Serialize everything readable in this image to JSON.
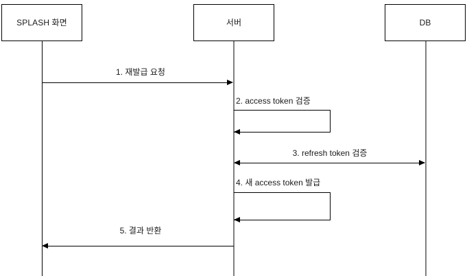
{
  "diagram": {
    "type": "sequence-diagram",
    "title": "",
    "background_color": "#ffffff",
    "line_color": "#000000",
    "lifeline_color": "#808080",
    "text_color": "#1a1a1a"
  },
  "participants": [
    {
      "id": "splash",
      "label": "SPLASH 화면"
    },
    {
      "id": "server",
      "label": "서버"
    },
    {
      "id": "db",
      "label": "DB"
    }
  ],
  "messages": [
    {
      "number": "1",
      "label": "1. 재발급 요청",
      "from": "splash",
      "to": "server",
      "kind": "arrow",
      "direction": "right"
    },
    {
      "number": "2",
      "label": "2. access token 검증",
      "from": "server",
      "to": "server",
      "kind": "self-loop",
      "direction": "left"
    },
    {
      "number": "3",
      "label": "3. refresh token 검증",
      "from": "server",
      "to": "db",
      "kind": "arrow",
      "direction": "both"
    },
    {
      "number": "4",
      "label": "4. 새 access token 발급",
      "from": "server",
      "to": "server",
      "kind": "self-loop",
      "direction": "left"
    },
    {
      "number": "5",
      "label": "5. 결과 반환",
      "from": "server",
      "to": "splash",
      "kind": "arrow",
      "direction": "left"
    }
  ]
}
